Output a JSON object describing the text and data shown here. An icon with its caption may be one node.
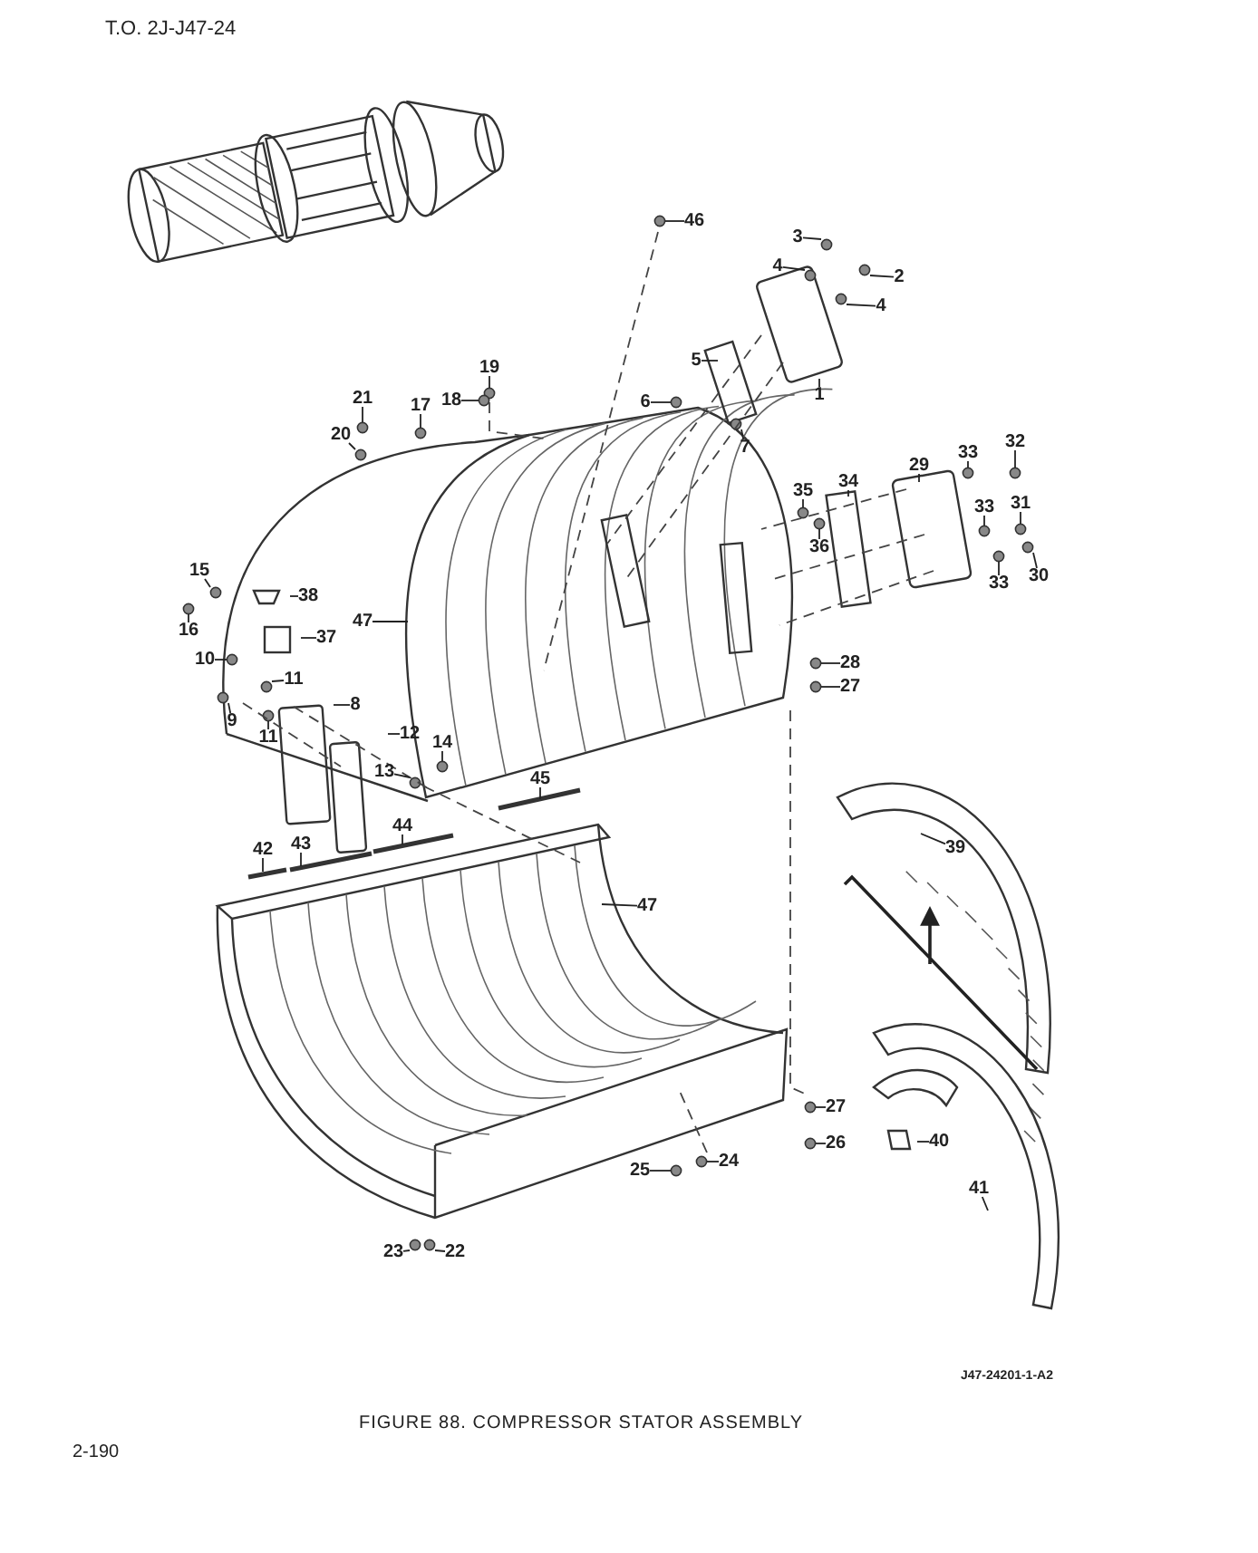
{
  "diagram": {
    "caption": "FIGURE 88. COMPRESSOR STATOR ASSEMBLY",
    "nodes": [
      {
        "text": [
          "46"
        ]
      },
      {
        "text": [
          "3"
        ]
      },
      {
        "text": [
          "4"
        ]
      },
      {
        "text": [
          "2"
        ]
      },
      {
        "text": [
          "4"
        ]
      },
      {
        "text": [
          "5"
        ]
      },
      {
        "text": [
          "19"
        ]
      },
      {
        "text": [
          "1"
        ]
      },
      {
        "text": [
          "18"
        ]
      },
      {
        "text": [
          "21"
        ]
      },
      {
        "text": [
          "17"
        ]
      },
      {
        "text": [
          "6"
        ]
      },
      {
        "text": [
          "7"
        ]
      },
      {
        "text": [
          "20"
        ]
      },
      {
        "text": [
          "32"
        ]
      },
      {
        "text": [
          "33"
        ]
      },
      {
        "text": [
          "29"
        ]
      },
      {
        "text": [
          "34"
        ]
      },
      {
        "text": [
          "35"
        ]
      },
      {
        "text": [
          "31"
        ]
      },
      {
        "text": [
          "33"
        ]
      },
      {
        "text": [
          "36"
        ]
      },
      {
        "text": [
          "15"
        ]
      },
      {
        "text": [
          "30"
        ]
      },
      {
        "text": [
          "33"
        ]
      },
      {
        "text": [
          "38"
        ]
      },
      {
        "text": [
          "16"
        ]
      },
      {
        "text": [
          "47"
        ]
      },
      {
        "text": [
          "37"
        ]
      },
      {
        "text": [
          "10"
        ]
      },
      {
        "text": [
          "28"
        ]
      },
      {
        "text": [
          "11"
        ]
      },
      {
        "text": [
          "27"
        ]
      },
      {
        "text": [
          "8"
        ]
      },
      {
        "text": [
          "9"
        ]
      },
      {
        "text": [
          "11"
        ]
      },
      {
        "text": [
          "12"
        ]
      },
      {
        "text": [
          "14"
        ]
      },
      {
        "text": [
          "13"
        ]
      },
      {
        "text": [
          "45"
        ]
      },
      {
        "text": [
          "44"
        ]
      },
      {
        "text": [
          "43"
        ]
      },
      {
        "text": [
          "39"
        ]
      },
      {
        "text": [
          "42"
        ]
      },
      {
        "text": [
          "47"
        ]
      },
      {
        "text": [
          "27"
        ]
      },
      {
        "text": [
          "26"
        ]
      },
      {
        "text": [
          "40"
        ]
      },
      {
        "text": [
          "24"
        ]
      },
      {
        "text": [
          "25"
        ]
      },
      {
        "text": [
          "41"
        ]
      },
      {
        "text": [
          "23"
        ]
      },
      {
        "text": [
          "22"
        ]
      }
    ],
    "edges": [
      {
        "from": 0,
        "to": null,
        "arrow": "none"
      },
      {
        "from": 1,
        "to": null,
        "arrow": "none"
      },
      {
        "from": 2,
        "to": null,
        "arrow": "none"
      },
      {
        "from": 3,
        "to": null,
        "arrow": "none"
      },
      {
        "from": 4,
        "to": null,
        "arrow": "none"
      },
      {
        "from": 5,
        "to": null,
        "arrow": "none"
      },
      {
        "from": 6,
        "to": null,
        "arrow": "none"
      },
      {
        "from": 7,
        "to": null,
        "arrow": "none"
      },
      {
        "from": 8,
        "to": null,
        "arrow": "none"
      },
      {
        "from": 9,
        "to": null,
        "arrow": "none"
      },
      {
        "from": 10,
        "to": null,
        "arrow": "none"
      },
      {
        "from": 11,
        "to": null,
        "arrow": "none"
      },
      {
        "from": 12,
        "to": null,
        "arrow": "none"
      },
      {
        "from": 13,
        "to": null,
        "arrow": "none"
      },
      {
        "from": 14,
        "to": null,
        "arrow": "none"
      },
      {
        "from": 15,
        "to": null,
        "arrow": "none"
      },
      {
        "from": 16,
        "to": null,
        "arrow": "none"
      },
      {
        "from": 17,
        "to": null,
        "arrow": "none"
      },
      {
        "from": 18,
        "to": null,
        "arrow": "none"
      },
      {
        "from": 19,
        "to": null,
        "arrow": "none"
      },
      {
        "from": 20,
        "to": null,
        "arrow": "none"
      },
      {
        "from": 21,
        "to": null,
        "arrow": "none"
      },
      {
        "from": 22,
        "to": null,
        "arrow": "none"
      },
      {
        "from": 23,
        "to": null,
        "arrow": "none"
      },
      {
        "from": 24,
        "to": null,
        "arrow": "none"
      },
      {
        "from": 25,
        "to": null,
        "arrow": "none"
      },
      {
        "from": 26,
        "to": null,
        "arrow": "none"
      },
      {
        "from": 27,
        "to": null,
        "arrow": "none"
      },
      {
        "from": 28,
        "to": null,
        "arrow": "none"
      },
      {
        "from": 29,
        "to": null,
        "arrow": "none"
      },
      {
        "from": 30,
        "to": null,
        "arrow": "none"
      },
      {
        "from": 31,
        "to": null,
        "arrow": "none"
      },
      {
        "from": 32,
        "to": null,
        "arrow": "none"
      },
      {
        "from": 33,
        "to": null,
        "arrow": "none"
      },
      {
        "from": 34,
        "to": null,
        "arrow": "none"
      },
      {
        "from": 35,
        "to": null,
        "arrow": "none"
      },
      {
        "from": 36,
        "to": null,
        "arrow": "none"
      },
      {
        "from": 37,
        "to": null,
        "arrow": "none"
      },
      {
        "from": 38,
        "to": null,
        "arrow": "none"
      },
      {
        "from": 39,
        "to": null,
        "arrow": "none"
      },
      {
        "from": 40,
        "to": null,
        "arrow": "none"
      },
      {
        "from": 41,
        "to": null,
        "arrow": "none"
      },
      {
        "from": 42,
        "to": null,
        "arrow": "none"
      },
      {
        "from": 43,
        "to": null,
        "arrow": "none"
      },
      {
        "from": 44,
        "to": null,
        "arrow": "none"
      },
      {
        "from": 45,
        "to": null,
        "arrow": "none"
      },
      {
        "from": 46,
        "to": null,
        "arrow": "none"
      },
      {
        "from": 47,
        "to": null,
        "arrow": "none"
      },
      {
        "from": 48,
        "to": null,
        "arrow": "none"
      },
      {
        "from": 49,
        "to": null,
        "arrow": "none"
      },
      {
        "from": 50,
        "to": null,
        "arrow": "none"
      },
      {
        "from": 51,
        "to": null,
        "arrow": "none"
      },
      {
        "from": 52,
        "to": null,
        "arrow": "none"
      }
    ],
    "labels": [
      "T.O. 2J-J47-24",
      "J47-24201-1-A2",
      "2-190"
    ]
  }
}
